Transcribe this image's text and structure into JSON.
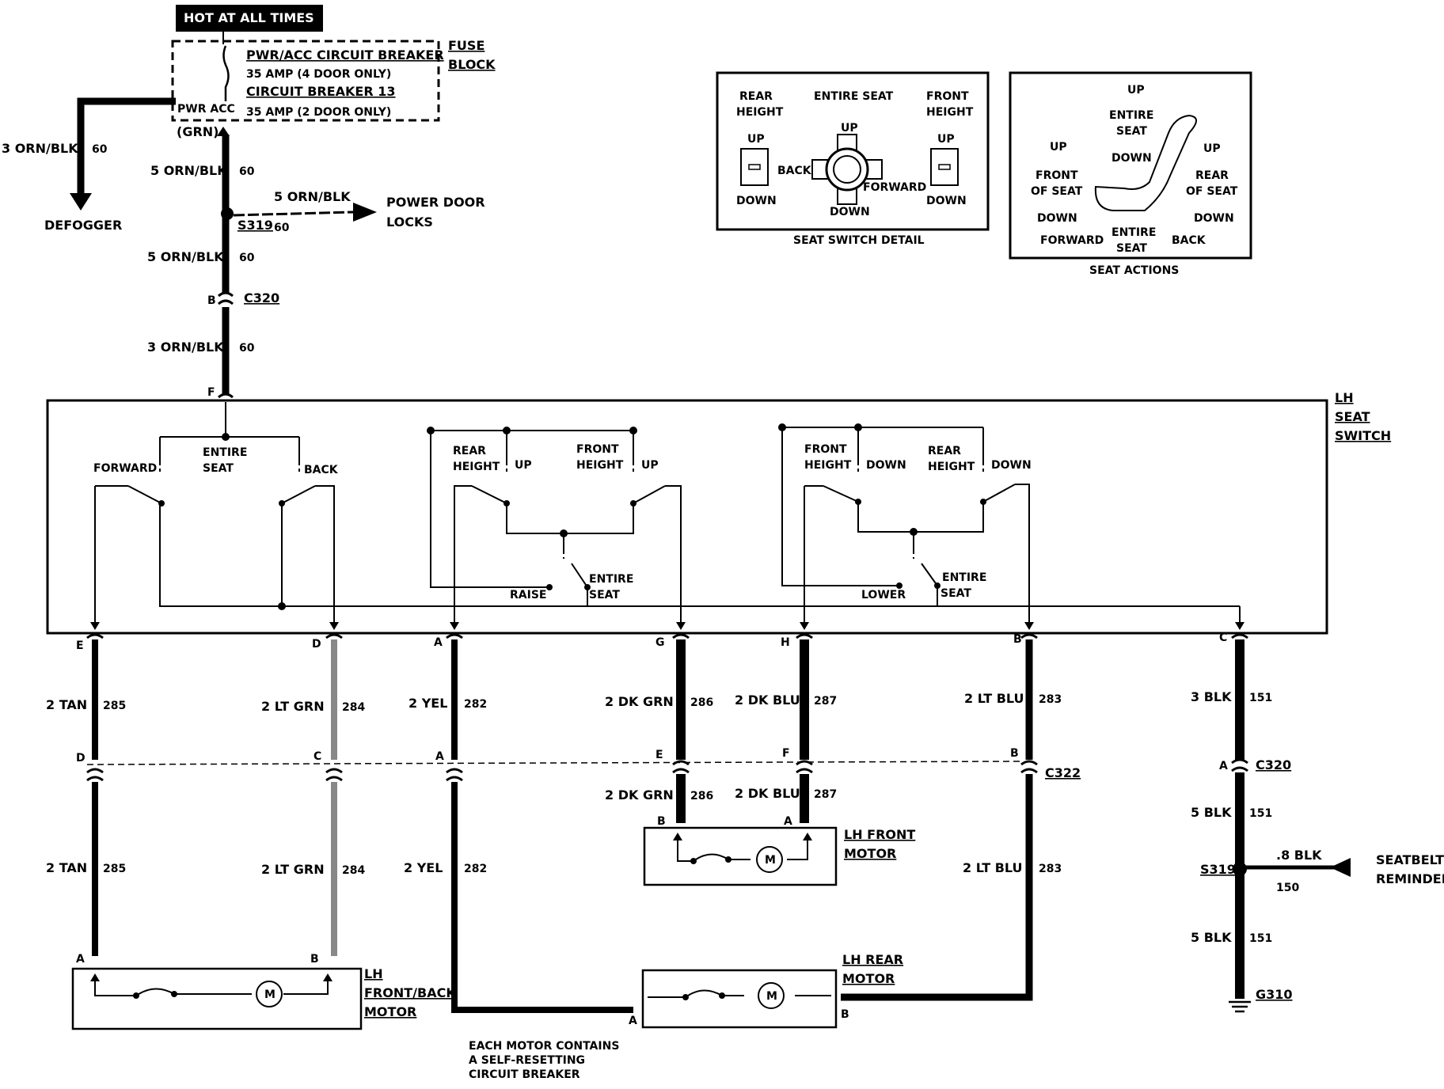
{
  "header": {
    "badge": "HOT AT ALL TIMES"
  },
  "fuse": {
    "cb_title": "PWR/ACC CIRCUIT BREAKER",
    "amp4": "35 AMP (4 DOOR ONLY)",
    "cb13": "CIRCUIT BREAKER 13",
    "amp2": "35 AMP (2 DOOR ONLY)",
    "block_l1": "FUSE",
    "block_l2": "BLOCK",
    "pwr_acc": "PWR ACC",
    "grn": "(GRN)"
  },
  "feed": {
    "defog_wire": "3 ORN/BLK",
    "defog_ckt": "60",
    "defogger": "DEFOGGER",
    "w1": "5 ORN/BLK",
    "w1_ckt": "60",
    "pdl_wire": "5 ORN/BLK",
    "pdl_l1": "POWER DOOR",
    "pdl_l2": "LOCKS",
    "s319": "S319",
    "s319_ckt": "60",
    "w2": "5 ORN/BLK",
    "w2_ckt": "60",
    "c320_pin": "B",
    "c320": "C320",
    "w3": "3 ORN/BLK",
    "w3_ckt": "60",
    "f_pin": "F"
  },
  "switch": {
    "l1": "LH",
    "l2": "SEAT",
    "l3": "SWITCH",
    "forward": "FORWARD",
    "entire": "ENTIRE",
    "seat": "SEAT",
    "back": "BACK",
    "rear": "REAR",
    "height": "HEIGHT",
    "up": "UP",
    "front": "FRONT",
    "down": "DOWN",
    "raise": "RAISE",
    "lower": "LOWER"
  },
  "detail": {
    "rear_height_l1": "REAR",
    "rear_height_l2": "HEIGHT",
    "entire_seat": "ENTIRE SEAT",
    "front_height_l1": "FRONT",
    "front_height_l2": "HEIGHT",
    "up": "UP",
    "down": "DOWN",
    "back": "BACK",
    "forward": "FORWARD",
    "caption": "SEAT SWITCH DETAIL"
  },
  "actions": {
    "up": "UP",
    "entire": "ENTIRE",
    "seat": "SEAT",
    "down": "DOWN",
    "front": "FRONT",
    "rear": "REAR",
    "of_seat": "OF SEAT",
    "forward": "FORWARD",
    "back": "BACK",
    "caption": "SEAT ACTIONS"
  },
  "wires": {
    "e_pin": "E",
    "d_pin": "D",
    "a_pin": "A",
    "g_pin": "G",
    "h_pin": "H",
    "b_pin": "B",
    "c_pin": "C",
    "tan": "2 TAN",
    "tan_ckt": "285",
    "ltgrn": "2 LT GRN",
    "ltgrn_ckt": "284",
    "yel": "2 YEL",
    "yel_ckt": "282",
    "dkgrn": "2 DK GRN",
    "dkgrn_ckt": "286",
    "dkblu": "2 DK BLU",
    "dkblu_ckt": "287",
    "ltblu": "2 LT BLU",
    "ltblu_ckt": "283",
    "blk3": "3 BLK",
    "blk_ckt": "151",
    "c322": "C322",
    "c320": "C320",
    "c_d": "D",
    "c_c": "C",
    "c_a": "A",
    "c_e": "E",
    "c_f": "F",
    "c_b": "B",
    "c320_a": "A",
    "blk5": "5 BLK",
    "s319": "S319",
    "sb_wire": ".8 BLK",
    "sb_ckt": "150",
    "sb_l1": "SEATBELT",
    "sb_l2": "REMINDER",
    "g310": "G310"
  },
  "motors": {
    "front_l1": "LH FRONT",
    "front_l2": "MOTOR",
    "rear_l1": "LH REAR",
    "rear_l2": "MOTOR",
    "fb_l1": "LH",
    "fb_l2": "FRONT/BACK",
    "fb_l3": "MOTOR",
    "m": "M",
    "pin_a": "A",
    "pin_b": "B"
  },
  "note": {
    "l1": "EACH MOTOR CONTAINS",
    "l2": "A SELF-RESETTING",
    "l3": "CIRCUIT BREAKER"
  }
}
